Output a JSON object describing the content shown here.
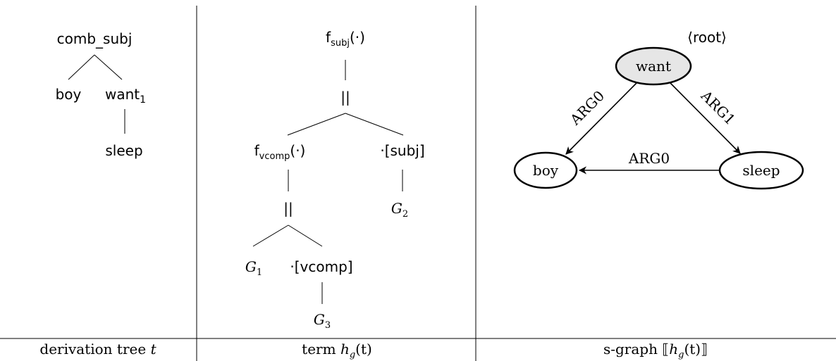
{
  "panels": {
    "derivation": {
      "caption_text": "derivation tree",
      "caption_var": "t",
      "root": {
        "label": "comb",
        "suffix": "subj"
      },
      "boy": "boy",
      "want": {
        "label": "want",
        "sub": "1"
      },
      "sleep": "sleep"
    },
    "term": {
      "caption_text": "term",
      "caption_h": "h",
      "caption_g": "g",
      "caption_t": "(t)",
      "fsubj": {
        "f": "f",
        "sub": "subj",
        "arg": "(·)"
      },
      "eq1": "||",
      "fvcomp": {
        "f": "f",
        "sub": "vcomp",
        "arg": "(·)"
      },
      "subj_rename": "·[subj]",
      "G2": {
        "G": "G",
        "sub": "2"
      },
      "eq2": "||",
      "G1": {
        "G": "G",
        "sub": "1"
      },
      "vcomp_rename": "·[vcomp]",
      "G3": {
        "G": "G",
        "sub": "3"
      }
    },
    "sgraph": {
      "caption_text": "s-graph",
      "caption_open": "⟦",
      "caption_h": "h",
      "caption_g": "g",
      "caption_t": "(t)",
      "caption_close": "⟧",
      "root_label": "⟨root⟩",
      "nodes": {
        "want": "want",
        "boy": "boy",
        "sleep": "sleep"
      },
      "edges": {
        "want_boy": "ARG0",
        "want_sleep": "ARG1",
        "sleep_boy": "ARG0"
      },
      "colors": {
        "root_fill": "#e6e6e6",
        "stroke": "#000000"
      }
    }
  }
}
